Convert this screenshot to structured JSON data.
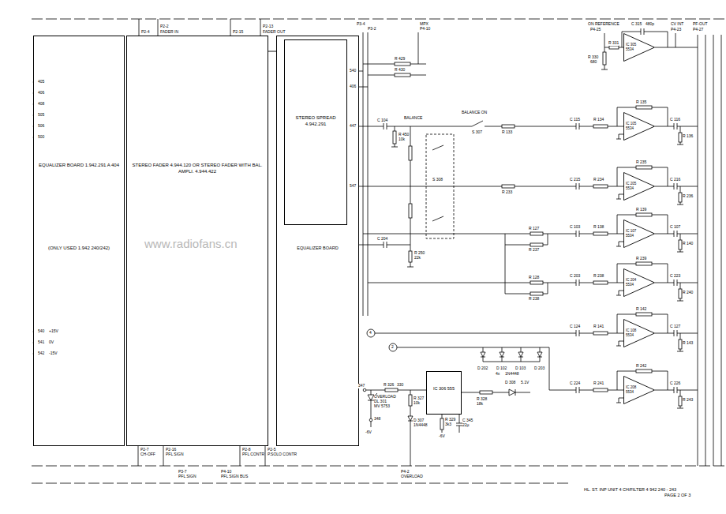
{
  "diagram": {
    "nodes": [
      {
        "text": [
          "EQUALIZER BOARD 1.942.291 A 404",
          "(ONLY USED 1.942 240/242)"
        ]
      },
      {
        "text": [
          "STEREO FADER 4.944.120 OR STEREO FADER WITH BAL. AMPLI. 4.944.422"
        ]
      },
      {
        "text": [
          "EQUALIZER BOARD"
        ]
      },
      {
        "text": [
          "STEREO SPREAD 4.942.291"
        ],
        "in": 2
      },
      {
        "text": [
          "IC 306 555"
        ]
      },
      {
        "text": [
          "IC 305 5534"
        ]
      },
      {
        "text": [
          "IC 105 5534"
        ]
      },
      {
        "text": [
          "IC 205 5534"
        ]
      },
      {
        "text": [
          "IC 107 5534"
        ]
      },
      {
        "text": [
          "IC 204 5534"
        ]
      },
      {
        "text": [
          "IC 108 5534"
        ]
      },
      {
        "text": [
          "IC 208 5534"
        ]
      }
    ],
    "edges": [
      {
        "from": 1,
        "to": 2,
        "arrow": "none"
      }
    ],
    "labels": [
      "P2-4",
      "P2-2",
      "FADER IN",
      "P2-15",
      "P2-13",
      "FADER OUT",
      "P3-4",
      "P3-2",
      "MPX",
      "P4-10",
      "ON REFERENCE",
      "P4-25",
      "CV INT",
      "P4-23",
      "PF-OUT",
      "P4-27",
      "405",
      "406",
      "408",
      "505",
      "506",
      "500",
      "540",
      "+15V",
      "541",
      "0V",
      "542",
      "-15V",
      "540",
      "406",
      "447",
      "547",
      "P2-7",
      "CH-OFF",
      "P2-16",
      "PFL SIGN",
      "P2-8",
      "PFL CONTR",
      "P2-5",
      "P.SOLO CONTR",
      "P3-7",
      "PFL SIGN",
      "P4-10",
      "PFL SIGN BUS",
      "P4-2",
      "OVERLOAD",
      "R 429",
      "R 430",
      "BALANCE",
      "BALANCE ON",
      "S 307",
      "C 104",
      "R 450",
      "10k",
      "R 133",
      "S 308",
      "R 233",
      "C 204",
      "R 250",
      "22k",
      "R 127",
      "R 237",
      "R 128",
      "R 238",
      "4",
      "2",
      "D 202",
      "D 102",
      "D 103",
      "D 203",
      "4x",
      "1N4448",
      "347",
      "OVERLOAD",
      "DL 301",
      "MV 5753",
      "348",
      "-6V",
      "R 326",
      "330",
      "R 327",
      "10k",
      "D 307",
      "1N4448",
      "R 328",
      "18k",
      "R 329",
      "3k3",
      "C 345",
      "22µ",
      "D 308",
      "5.1V",
      "-6V",
      "R 330",
      "680",
      "R 331",
      "C 315",
      "480p",
      "HL. ST. INP UNIT 4 CH/FILTER 4 942 240 - 243",
      "PAGE 2 OF 3",
      "www.radiofans.cn",
      "C 115",
      "R 134",
      "R 135",
      "C 116",
      "R 136",
      "C 215",
      "R 234",
      "R 235",
      "C 216",
      "R 236",
      "C 103",
      "R 138",
      "R 139",
      "C 107",
      "R 140",
      "C 203",
      "R 238",
      "R 239",
      "C 223",
      "R 240",
      "C 124",
      "R 141",
      "R 142",
      "C 127",
      "R 143",
      "C 224",
      "R 241",
      "R 242",
      "C 226",
      "R 243"
    ]
  }
}
